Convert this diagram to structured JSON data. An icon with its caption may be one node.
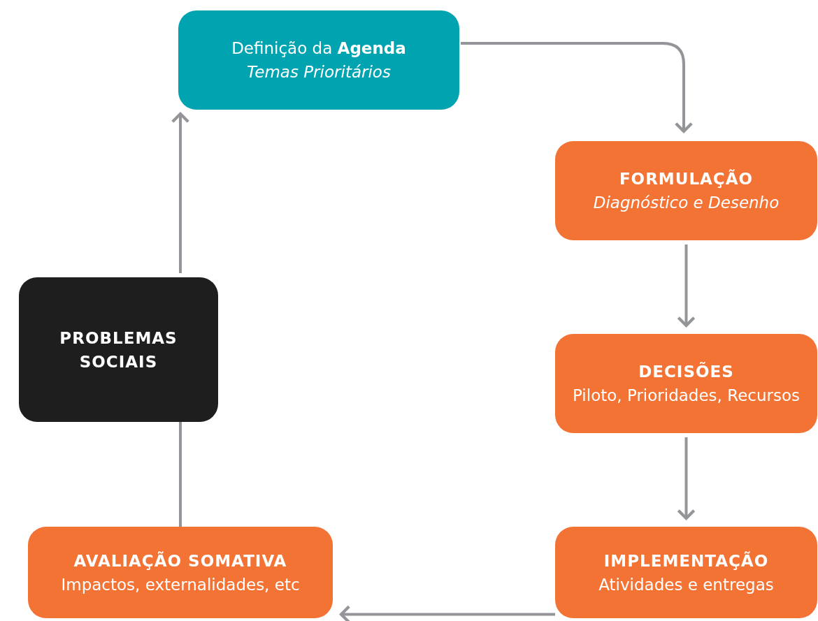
{
  "diagram": {
    "nodes": [
      {
        "text": [
          "Definição da **Agenda**",
          "Temas Prioritários"
        ]
      },
      {
        "text": [
          "FORMULAÇÃO",
          "Diagnóstico e Desenho"
        ]
      },
      {
        "text": [
          "DECISÕES",
          "Piloto, Prioridades, Recursos"
        ]
      },
      {
        "text": [
          "IMPLEMENTAÇÃO",
          "Atividades e entregas"
        ]
      },
      {
        "text": [
          "AVALIAÇÃO SOMATIVA",
          "Impactos, externalidades, etc"
        ]
      },
      {
        "text": [
          "PROBLEMAS SOCIAIS"
        ]
      }
    ],
    "edges": [
      {
        "from": 0,
        "to": 1,
        "arrow": "to"
      },
      {
        "from": 1,
        "to": 2,
        "arrow": "to"
      },
      {
        "from": 2,
        "to": 3,
        "arrow": "to"
      },
      {
        "from": 3,
        "to": 4,
        "arrow": "to"
      },
      {
        "from": 4,
        "to": 5,
        "arrow": "none"
      },
      {
        "from": 5,
        "to": 0,
        "arrow": "to"
      }
    ]
  }
}
